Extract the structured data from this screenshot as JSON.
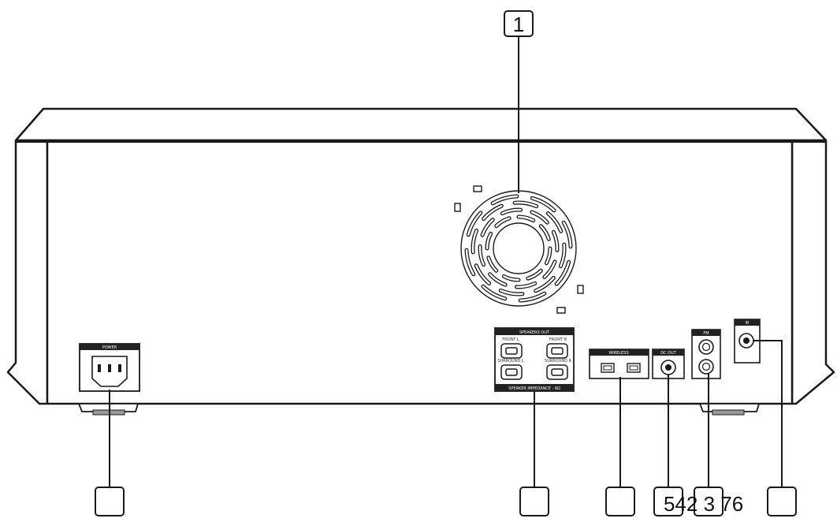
{
  "callouts": {
    "top_number": "1",
    "bottom_sequence": "542 3 76"
  },
  "panels": {
    "power": "POWER",
    "speakers_out_title": "SPEAKERS OUT",
    "speakers_out_front_l": "FRONT L",
    "speakers_out_front_r": "FRONT R",
    "speakers_out_surround_l": "SURROUND L",
    "speakers_out_surround_r": "SURROUND R",
    "speakers_out_footer": "SPEAKER IMPEDANCE : 6Ω",
    "wireless": "WIRELESS",
    "dc_out": "DC OUT",
    "fm": "FM",
    "ir": "IR"
  },
  "colors": {
    "line": "#1a1a1a",
    "panel_fill": "#ffffff",
    "label_bar": "#222222"
  }
}
